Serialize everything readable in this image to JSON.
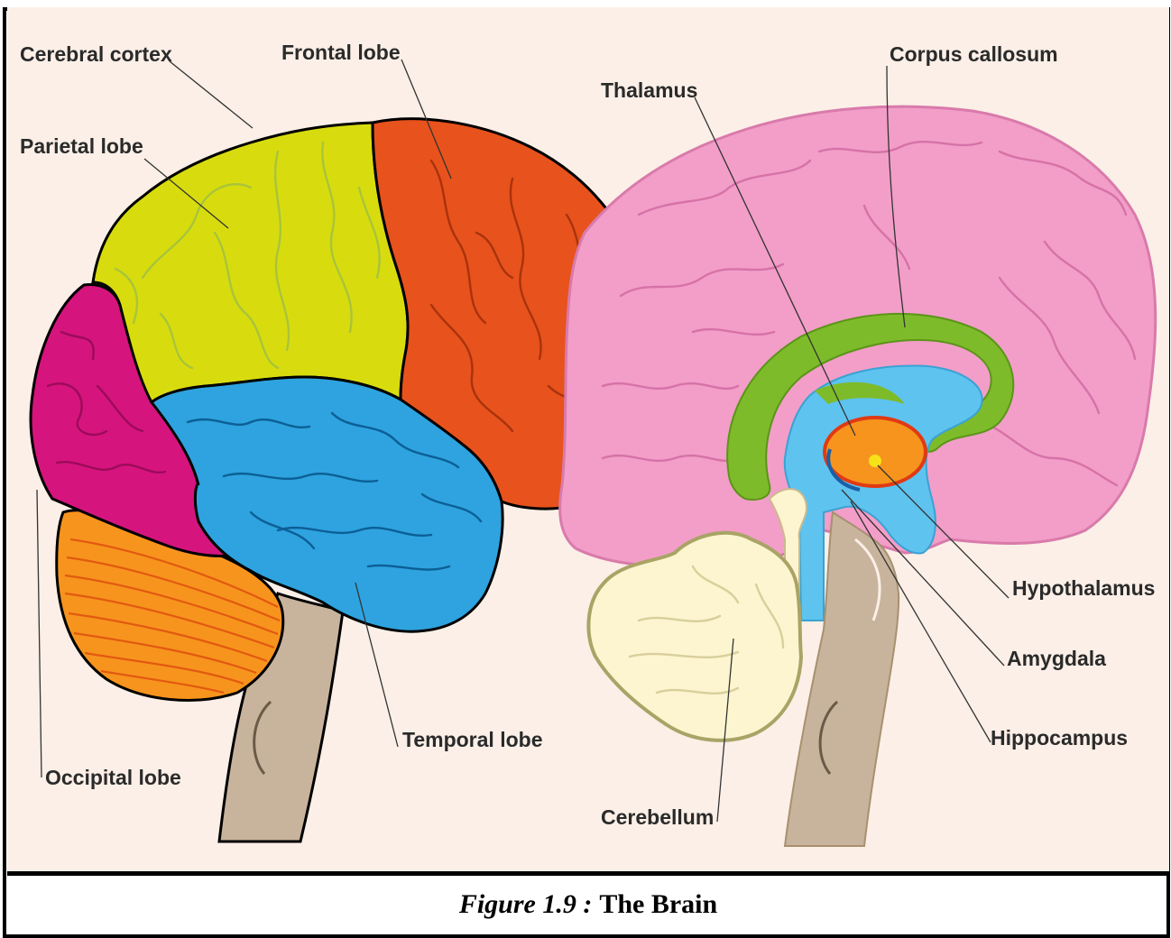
{
  "labels": {
    "cerebral_cortex": "Cerebral cortex",
    "frontal_lobe": "Frontal lobe",
    "parietal_lobe": "Parietal lobe",
    "occipital_lobe": "Occipital lobe",
    "temporal_lobe": "Temporal lobe",
    "thalamus": "Thalamus",
    "corpus_callosum": "Corpus callosum",
    "hypothalamus": "Hypothalamus",
    "amygdala": "Amygdala",
    "hippocampus": "Hippocampus",
    "cerebellum": "Cerebellum"
  },
  "caption": {
    "number": "Figure 1.9 :",
    "title": "The Brain"
  },
  "colors": {
    "background": "#fbefe7",
    "frontal": "#e8521c",
    "parietal": "#d8dc0e",
    "occipital": "#d6147e",
    "temporal": "#2ea3e0",
    "cerebellum_left": "#f7941d",
    "brainstem": "#c8b49c",
    "medial_cortex": "#f29ec8",
    "corpus_callosum": "#7dbb2a",
    "ventricle": "#5ec3ee",
    "thalamus": "#f7941d",
    "cerebellum_right": "#fdf5d0"
  }
}
